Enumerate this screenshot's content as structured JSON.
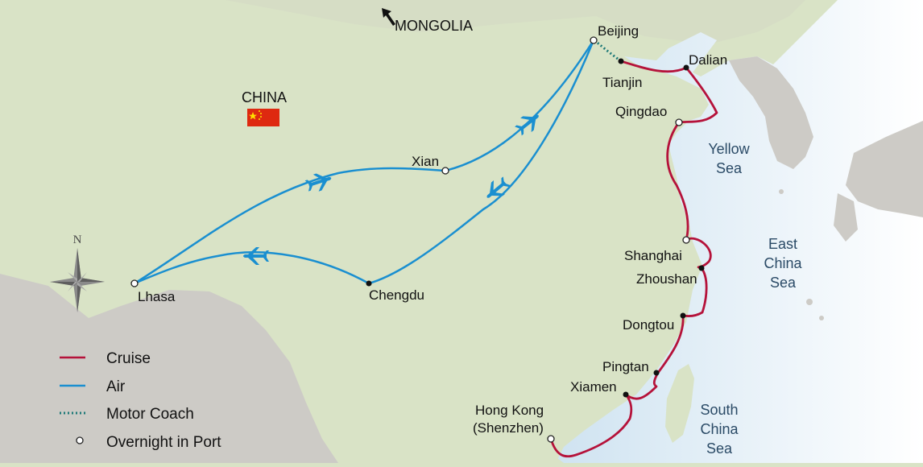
{
  "country_labels": {
    "china": "CHINA",
    "mongolia": "MONGOLIA"
  },
  "seas": {
    "yellow_1": "Yellow",
    "yellow_2": "Sea",
    "east_1": "East",
    "east_2": "China",
    "east_3": "Sea",
    "south_1": "South",
    "south_2": "China",
    "south_3": "Sea"
  },
  "places": {
    "beijing": "Beijing",
    "tianjin": "Tianjin",
    "dalian": "Dalian",
    "qingdao": "Qingdao",
    "xian": "Xian",
    "lhasa": "Lhasa",
    "chengdu": "Chengdu",
    "shanghai": "Shanghai",
    "zhoushan": "Zhoushan",
    "dongtou": "Dongtou",
    "pingtan": "Pingtan",
    "xiamen": "Xiamen",
    "hongkong_1": "Hong Kong",
    "hongkong_2": "(Shenzhen)"
  },
  "compass": {
    "north": "N"
  },
  "legend": {
    "cruise": "Cruise",
    "air": "Air",
    "motor_coach": "Motor Coach",
    "overnight": "Overnight in Port"
  },
  "colors": {
    "cruise": "#b5123a",
    "air": "#1a8fd0",
    "motor_coach": "#1f7a78",
    "land": "#d9e3c6",
    "land_gray": "#cfccc8",
    "sea": "#ffffff",
    "flag_red": "#de2910",
    "flag_star": "#ffde00"
  }
}
